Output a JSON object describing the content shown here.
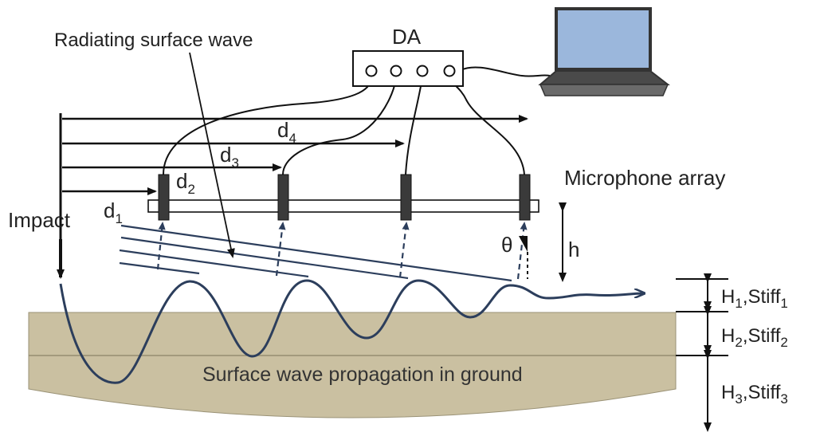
{
  "labels": {
    "radiating_wave": "Radiating surface wave",
    "data_acquisition": "DA",
    "microphone_array": "Microphone array",
    "impact": "Impact",
    "ground_propagation": "Surface wave propagation in ground",
    "height": "h",
    "angle": "θ",
    "distance_letter": "d",
    "d1_sub": "1",
    "d2_sub": "2",
    "d3_sub": "3",
    "d4_sub": "4",
    "layer_prefix": "H",
    "stiff_word": "Stiff",
    "layer1_sub": "1",
    "layer2_sub": "2",
    "layer3_sub": "3"
  },
  "colors": {
    "ground": "#cac0a1",
    "ground_edge": "#8c8468",
    "wave": "#2c3e5c",
    "laptop_screen": "#9bb7dc",
    "laptop_body": "#4a4a4a",
    "sensor": "#3a3a3a",
    "line": "#111111"
  },
  "icons": {
    "laptop": "laptop-icon",
    "microphone": "microphone-icon",
    "data_acquisition": "data-acquisition-box"
  }
}
